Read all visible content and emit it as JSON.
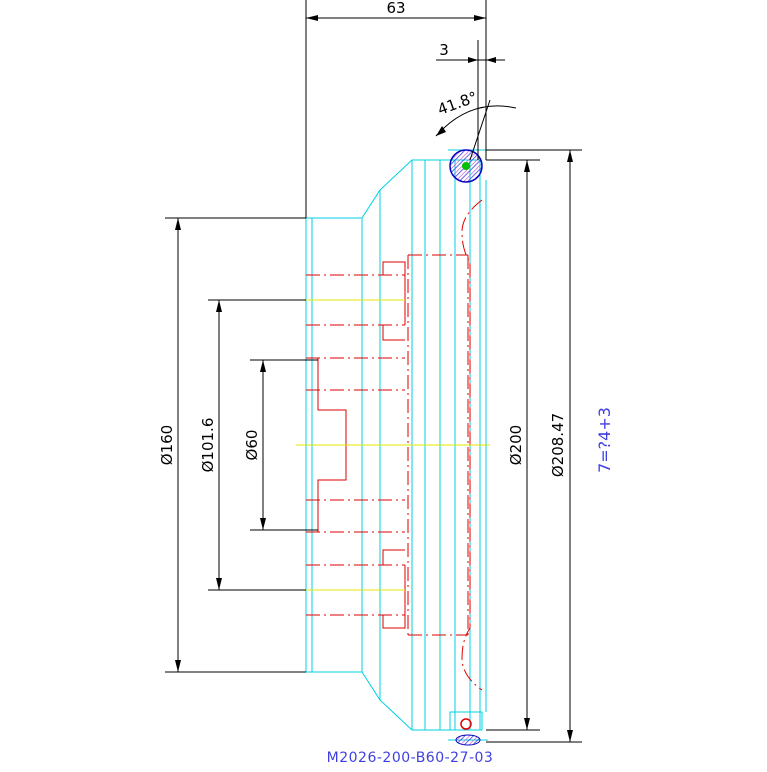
{
  "drawing": {
    "part_number": "M2026-200-B60-27-03",
    "formula": "7=?4+3"
  },
  "dimensions": {
    "top_width": "63",
    "step": "3",
    "angle": "41.8°",
    "d160": "Ø160",
    "d101": "Ø101.6",
    "d60": "Ø60",
    "d200": "Ø200",
    "d208": "Ø208.47"
  },
  "colors": {
    "outline": "#00d0e0",
    "hidden": "#e00000",
    "center": "#e6e600",
    "dimension": "#000000",
    "annotation": "#4040e0",
    "hatch": "#c040c0"
  }
}
